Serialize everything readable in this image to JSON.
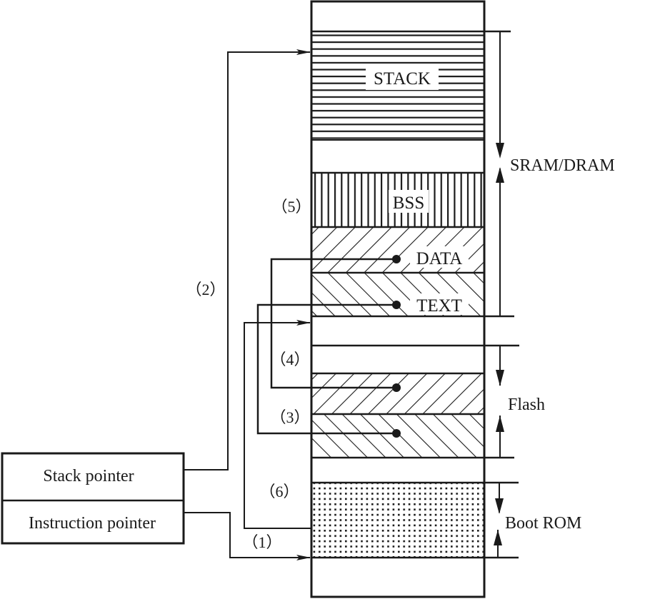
{
  "diagram": {
    "title": "Memory map with boot sequence",
    "memory_segments": {
      "stack": "STACK",
      "bss": "BSS",
      "data": "DATA",
      "text": "TEXT"
    },
    "regions": {
      "ram": "SRAM/DRAM",
      "flash": "Flash",
      "boot_rom": "Boot ROM"
    },
    "registers": {
      "stack_pointer": "Stack pointer",
      "instruction_pointer": "Instruction pointer"
    },
    "steps": {
      "s1": "（1）",
      "s2": "（2）",
      "s3": "（3）",
      "s4": "（4）",
      "s5": "（5）",
      "s6": "（6）"
    },
    "colors": {
      "ink": "#1a1a1a",
      "background": "#ffffff"
    }
  }
}
